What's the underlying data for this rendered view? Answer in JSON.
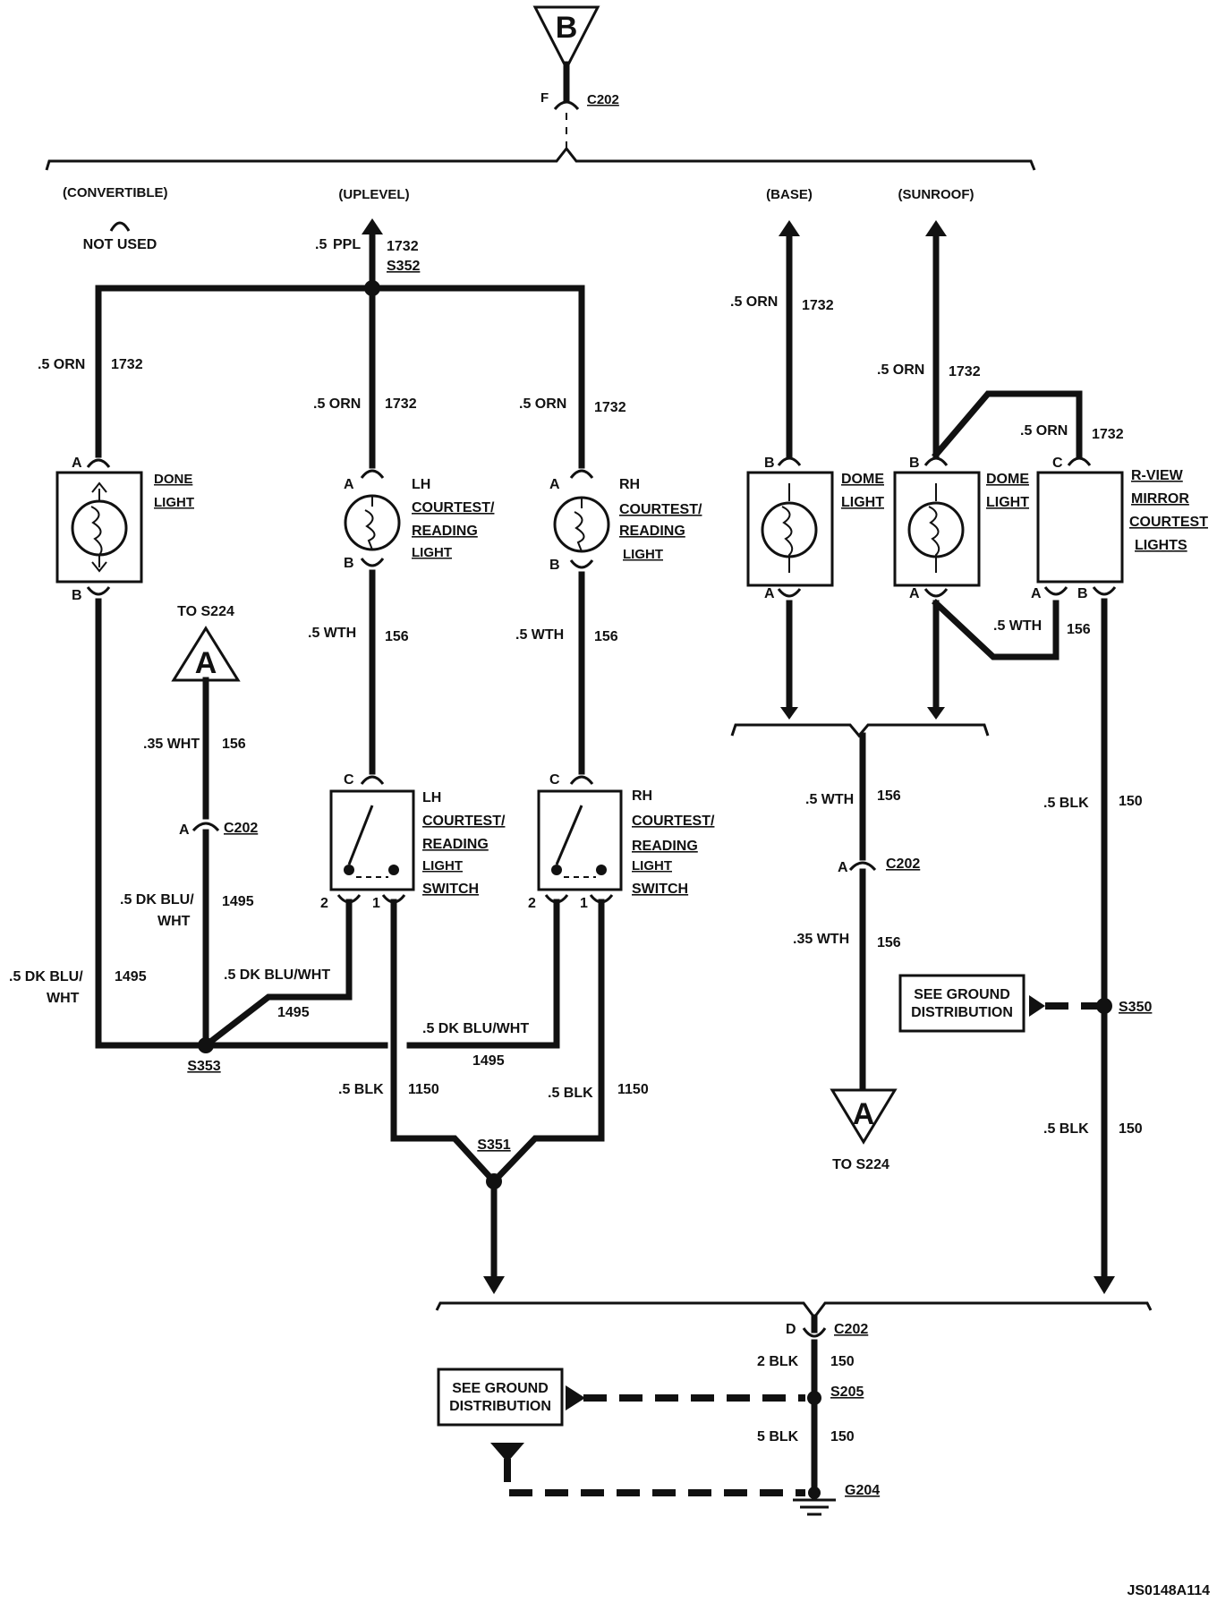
{
  "top_connector": {
    "letter": "B",
    "pin": "F",
    "name": "C202"
  },
  "variants": {
    "convertible": "(CONVERTIBLE)",
    "uplevel": "(UPLEVEL)",
    "base": "(BASE)",
    "sunroof": "(SUNROOF)",
    "not_used": "NOT USED"
  },
  "wires": {
    "ppl_size": ".5",
    "ppl_color": "PPL",
    "ppl_num": "1732",
    "splice_s352": "S352",
    "orn_label": ".5 ORN",
    "orn_num": "1732",
    "wth_label": ".5 WTH",
    "wth_num": "156",
    "wht35_label": ".35 WHT",
    "wht35_num": "156",
    "wth35_label": ".35 WTH",
    "dkblu_line1": ".5 DK BLU/",
    "dkblu_line2": "WHT",
    "dkblu_full": ".5 DK BLU/WHT",
    "dkblu_num": "1495",
    "blk_label": ".5 BLK",
    "blk_num_1150": "1150",
    "blk_num_150": "150",
    "blk2_label": "2 BLK",
    "blk5_label": "5 BLK",
    "splice_s353": "S353",
    "splice_s351": "S351",
    "splice_s350": "S350",
    "splice_s205": "S205",
    "ground": "G204",
    "c202": "C202",
    "pin_a": "A",
    "pin_b": "B",
    "pin_c": "C",
    "pin_d": "D",
    "pin_1": "1",
    "pin_2": "2"
  },
  "components": {
    "done_light": [
      "DONE",
      "LIGHT"
    ],
    "lh_light": [
      "LH",
      "COURTEST/",
      "READING",
      "LIGHT"
    ],
    "rh_light": [
      "RH",
      "COURTEST/",
      "READING",
      "LIGHT"
    ],
    "lh_switch": [
      "LH",
      "COURTEST/",
      "READING",
      "LIGHT",
      "SWITCH"
    ],
    "rh_switch": [
      "RH",
      "COURTEST/",
      "READING",
      "LIGHT",
      "SWITCH"
    ],
    "dome_light": [
      "DOME",
      "LIGHT"
    ],
    "mirror": [
      "R-VIEW",
      "MIRROR",
      "COURTEST",
      "LIGHTS"
    ]
  },
  "offpage": {
    "letter": "A",
    "to_label": "TO S224"
  },
  "ground_box": [
    "SEE GROUND",
    "DISTRIBUTION"
  ],
  "figure_id": "JS0148A114"
}
